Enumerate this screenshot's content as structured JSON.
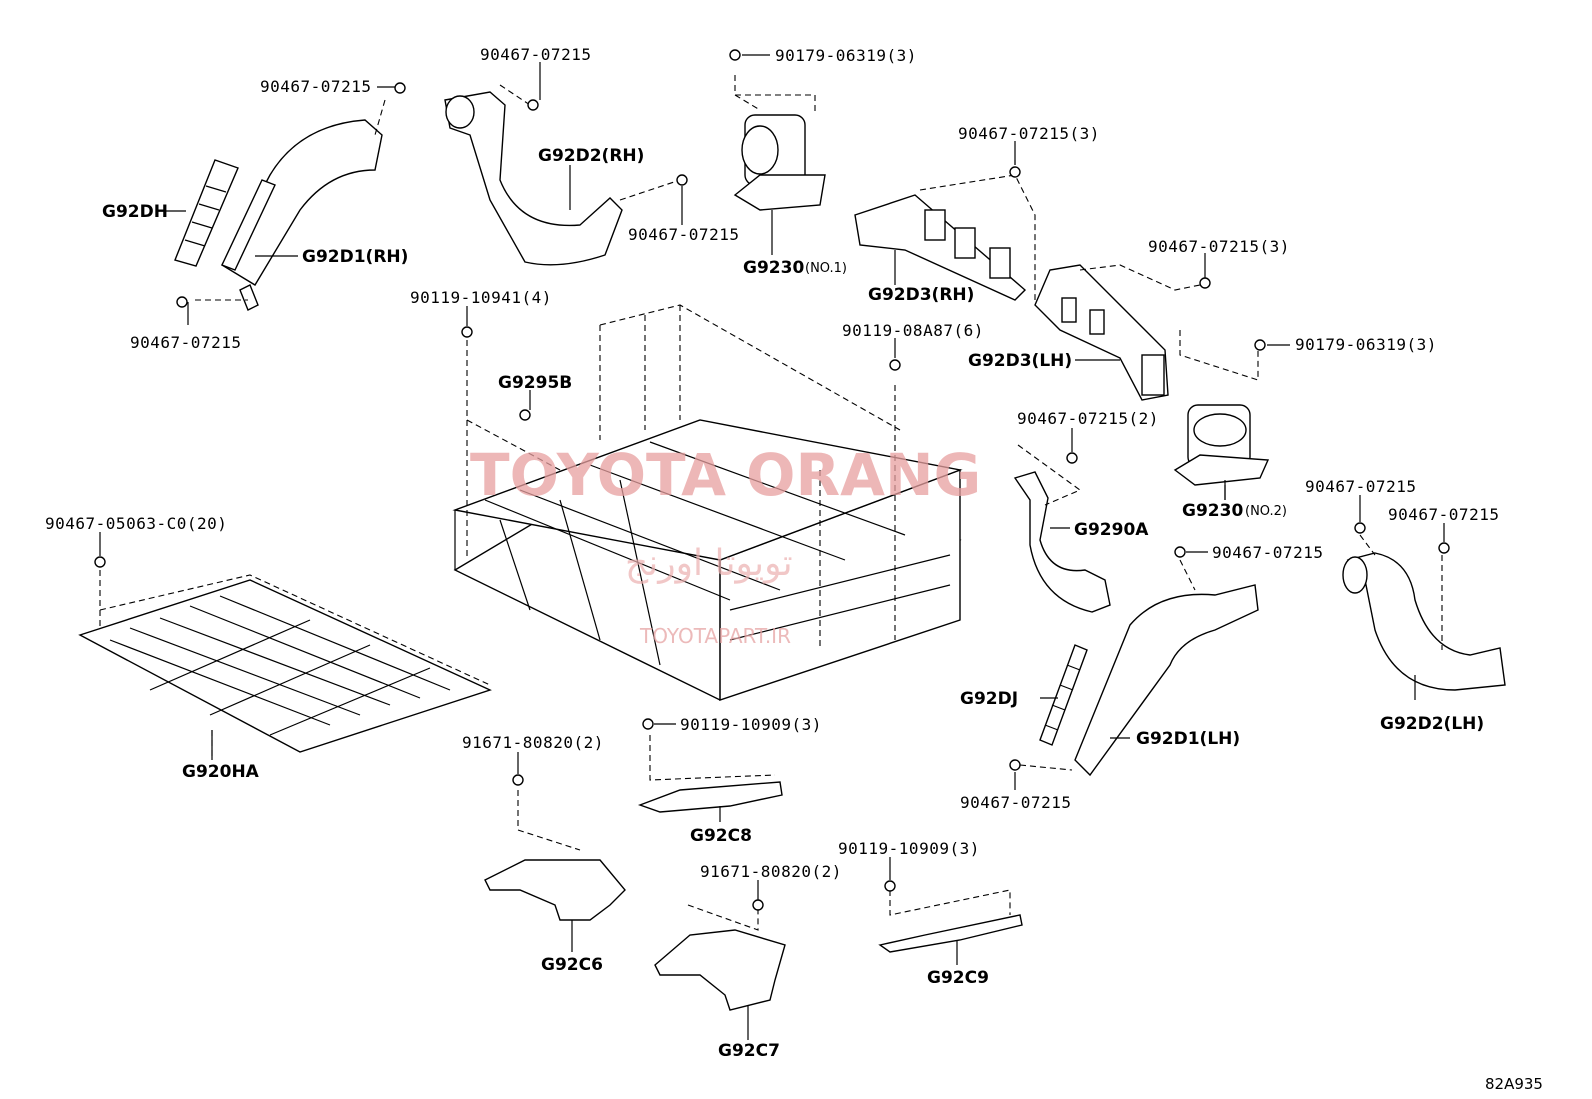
{
  "diagram_code": "82A935",
  "watermark": {
    "brand": "TOYOTA ORANG",
    "arabic": "تويوتا اورنج",
    "site": "TOYOTAPART.IR"
  },
  "labels": {
    "l1": "90467-07215",
    "l2": "90467-07215",
    "l3": "90179-06319(3)",
    "l4": "G92DH",
    "l5": "G92D2(RH)",
    "l6": "G92D1(RH)",
    "l7": "90467-07215",
    "l8": "90467-07215",
    "l9": "G9230",
    "l9s": "(NO.1)",
    "l10": "90467-07215(3)",
    "l11": "G92D3(RH)",
    "l12": "90467-07215(3)",
    "l13": "90119-10941(4)",
    "l14": "90119-08A87(6)",
    "l15": "G92D3(LH)",
    "l16": "90179-06319(3)",
    "l17": "G9295B",
    "l18": "90467-07215(2)",
    "l19": "G9230",
    "l19s": "(NO.2)",
    "l20": "90467-05063-C0(20)",
    "l21": "G9290A",
    "l22": "90467-07215",
    "l23": "90467-07215",
    "l24": "90467-07215",
    "l25": "G92DJ",
    "l26": "G92D1(LH)",
    "l27": "G92D2(LH)",
    "l28": "90119-10909(3)",
    "l29": "91671-80820(2)",
    "l30": "G920HA",
    "l31": "G92C8",
    "l32": "90467-07215",
    "l33": "90119-10909(3)",
    "l34": "91671-80820(2)",
    "l35": "G92C6",
    "l36": "G92C9",
    "l37": "G92C7"
  }
}
